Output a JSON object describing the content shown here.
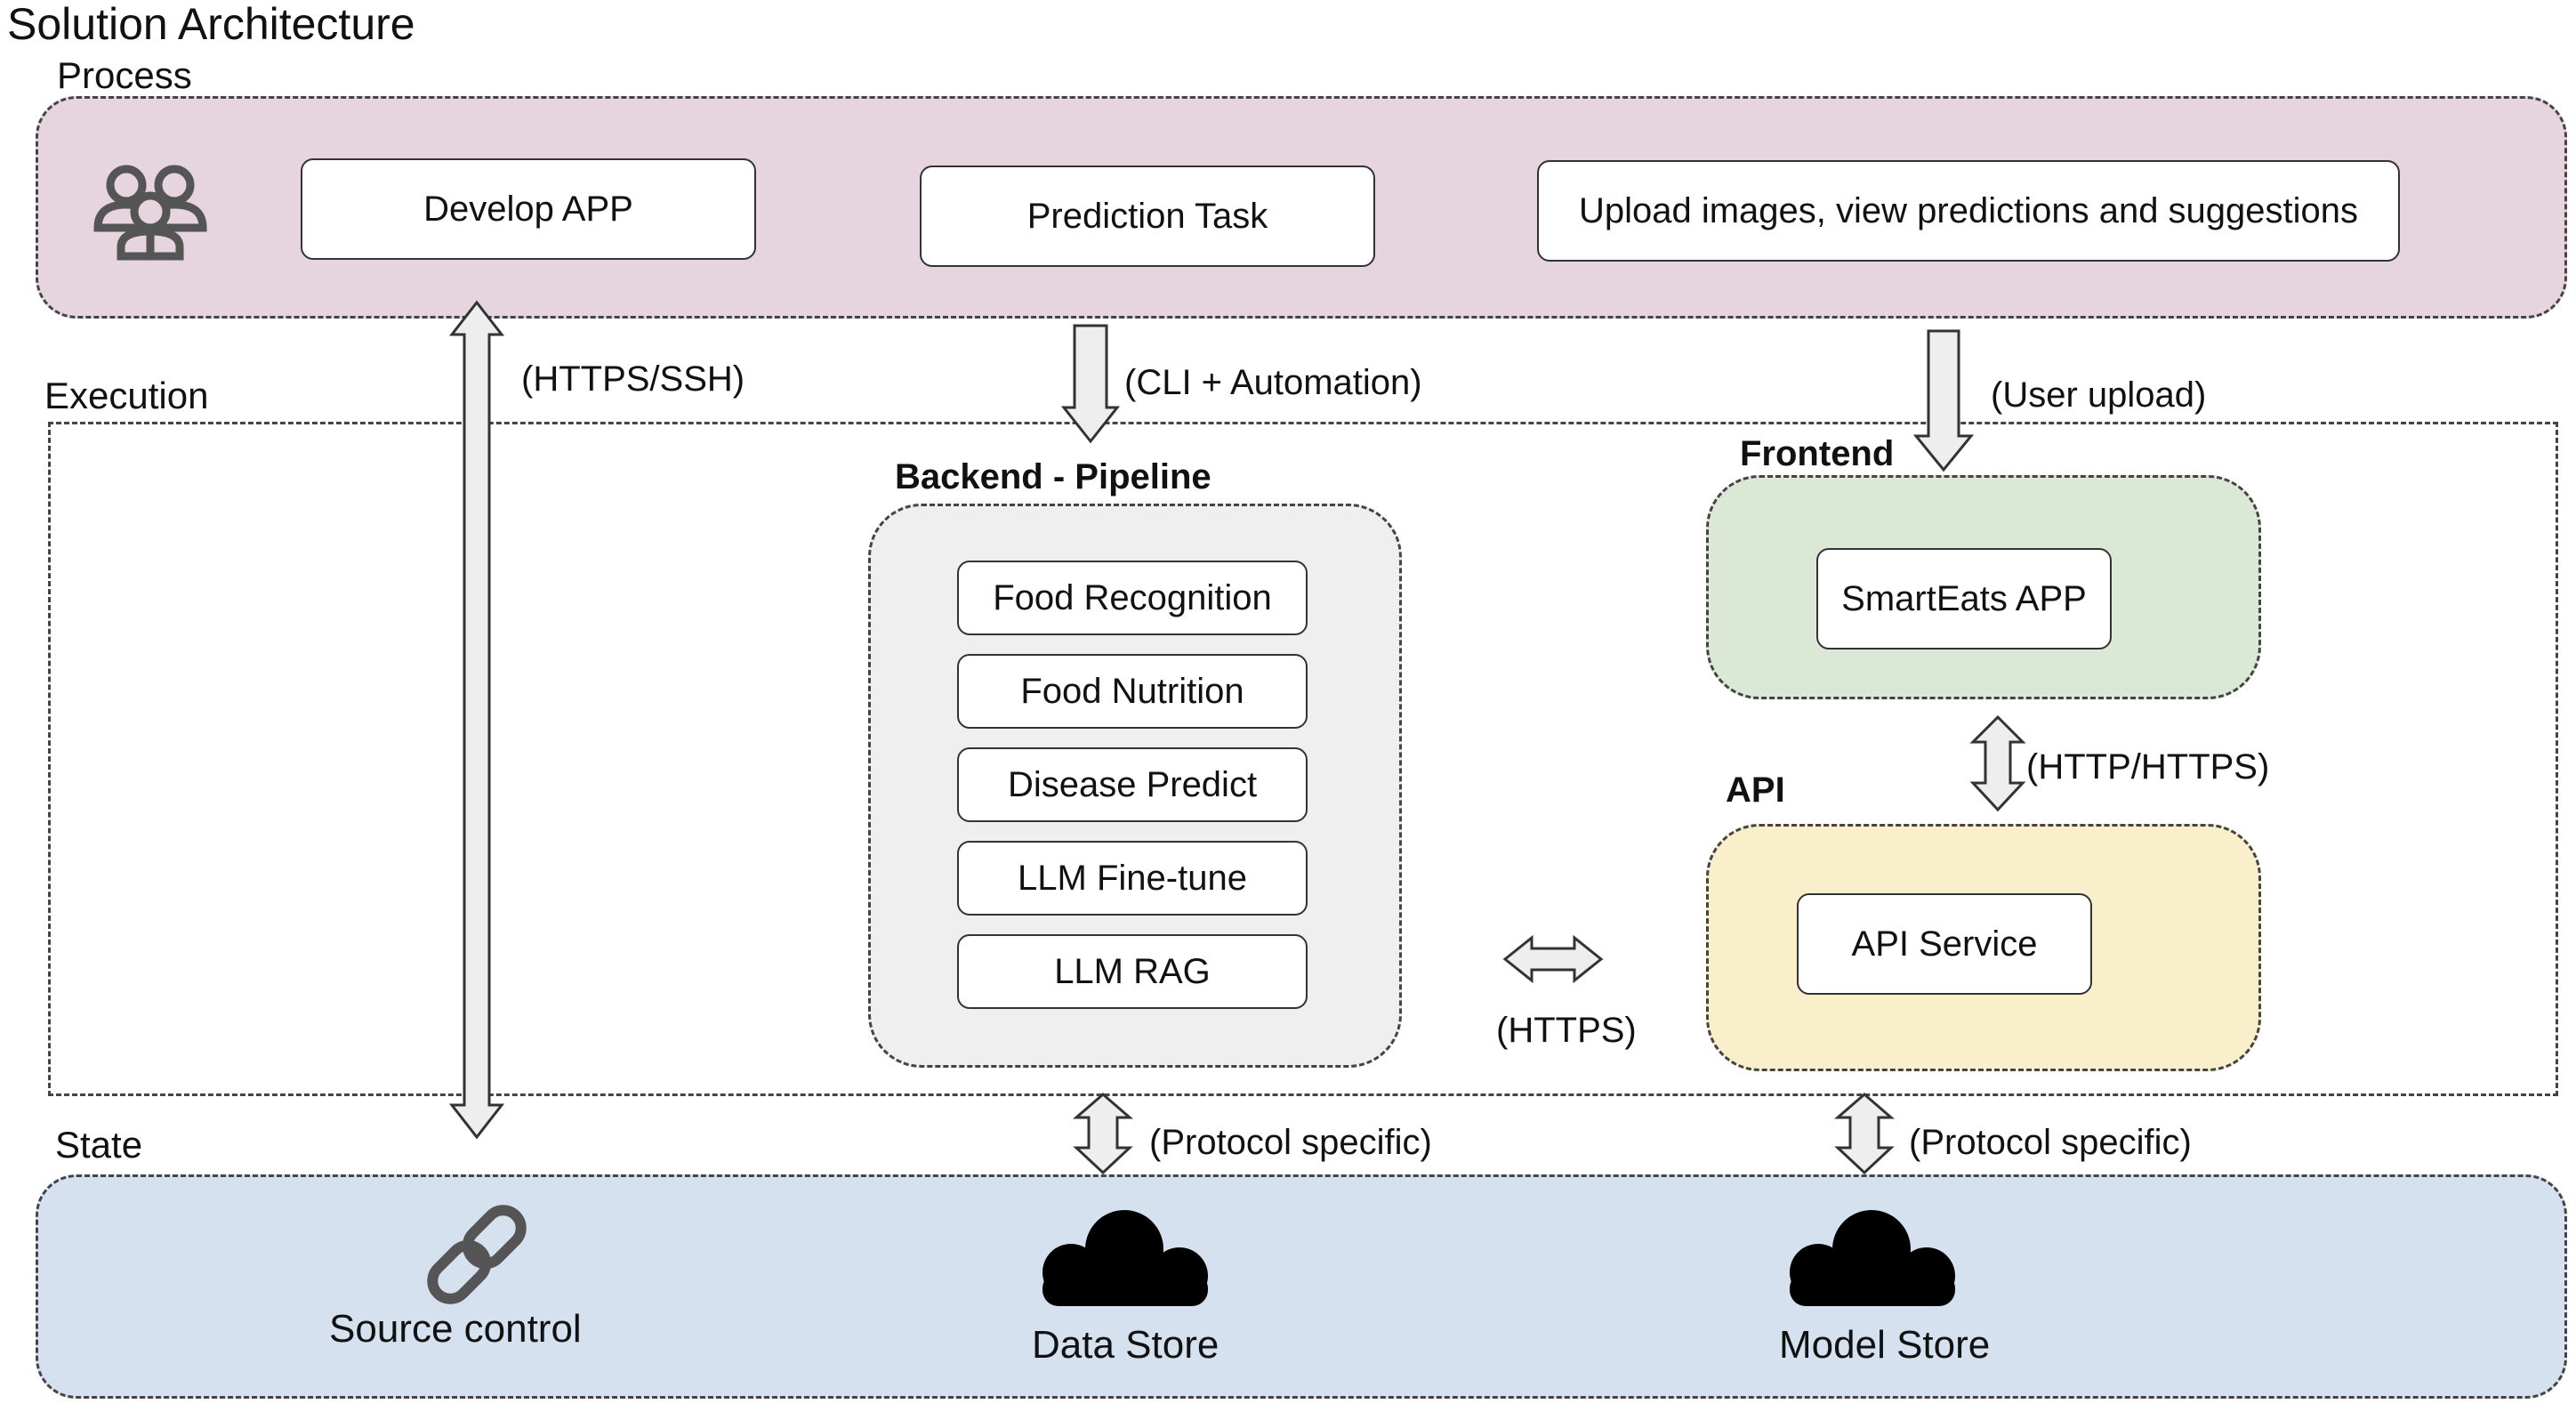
{
  "diagram": {
    "title": "Solution Architecture",
    "layers": {
      "process": "Process",
      "execution": "Execution",
      "state": "State"
    },
    "process": {
      "icon": "team-icon",
      "boxes": [
        "Develop APP",
        "Prediction Task",
        "Upload images, view predictions and suggestions"
      ]
    },
    "execution": {
      "backend": {
        "label": "Backend - Pipeline",
        "components": [
          "Food Recognition",
          "Food Nutrition",
          "Disease Predict",
          "LLM Fine-tune",
          "LLM RAG"
        ]
      },
      "frontend": {
        "label": "Frontend",
        "component": "SmartEats APP"
      },
      "api": {
        "label": "API",
        "component": "API Service"
      }
    },
    "state": {
      "stores": [
        {
          "label": "Source control",
          "icon": "link-icon"
        },
        {
          "label": "Data Store",
          "icon": "cloud-icon"
        },
        {
          "label": "Model Store",
          "icon": "cloud-icon"
        }
      ]
    },
    "connections": [
      {
        "from": "Develop APP",
        "to": "Source control",
        "label": "(HTTPS/SSH)",
        "direction": "both"
      },
      {
        "from": "Prediction Task",
        "to": "Backend - Pipeline",
        "label": "(CLI + Automation)",
        "direction": "down"
      },
      {
        "from": "Upload images, view predictions and suggestions",
        "to": "Frontend",
        "label": "(User upload)",
        "direction": "down"
      },
      {
        "from": "SmartEats APP",
        "to": "API Service",
        "label": "(HTTP/HTTPS)",
        "direction": "both"
      },
      {
        "from": "Backend - Pipeline",
        "to": "API Service",
        "label": "(HTTPS)",
        "direction": "both"
      },
      {
        "from": "Backend - Pipeline",
        "to": "Data Store",
        "label": "(Protocol specific)",
        "direction": "both"
      },
      {
        "from": "API Service",
        "to": "Model Store",
        "label": "(Protocol specific)",
        "direction": "both"
      }
    ],
    "colors": {
      "process_fill": "#e6d4de",
      "backend_fill": "#efefef",
      "frontend_fill": "#dce8d6",
      "api_fill": "#f9efcb",
      "state_fill": "#d5e1ee",
      "arrow_fill": "#eeeeee",
      "outline": "#444444"
    }
  }
}
